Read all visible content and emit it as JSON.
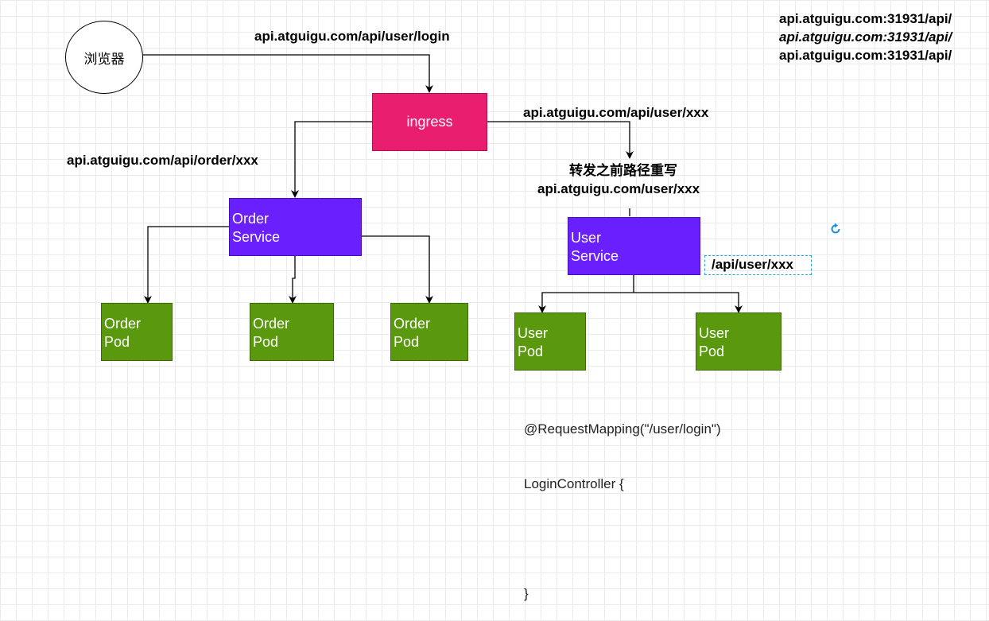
{
  "diagram": {
    "nodes": {
      "browser": {
        "label": "浏览器"
      },
      "ingress": {
        "label": "ingress",
        "color": "#e91e6e"
      },
      "order_service": {
        "label_line1": "Order",
        "label_line2": "Service",
        "color": "#6a1fff"
      },
      "user_service": {
        "label_line1": "User",
        "label_line2": "Service",
        "color": "#6a1fff"
      },
      "order_pods": [
        {
          "line1": "Order",
          "line2": "Pod"
        },
        {
          "line1": "Order",
          "line2": "Pod"
        },
        {
          "line1": "Order",
          "line2": "Pod"
        }
      ],
      "user_pods": [
        {
          "line1": "User",
          "line2": "Pod"
        },
        {
          "line1": "User",
          "line2": "Pod"
        }
      ],
      "pod_color": "#5a980e"
    },
    "labels": {
      "login_url": "api.atguigu.com/api/user/login",
      "user_url": "api.atguigu.com/api/user/xxx",
      "order_url": "api.atguigu.com/api/order/xxx",
      "rewrite_title": "转发之前路径重写",
      "rewrite_url": "api.atguigu.com/user/xxx",
      "service_path": "/api/user/xxx"
    },
    "corner_notes": [
      "api.atguigu.com:31931/api/",
      "api.atguigu.com:31931/api/",
      "api.atguigu.com:31931/api/"
    ],
    "code": {
      "line1": "@RequestMapping(\"/user/login\")",
      "line2": "LoginController {",
      "line3": "",
      "line4": "}"
    },
    "icons": {
      "refresh": "refresh-icon"
    }
  }
}
